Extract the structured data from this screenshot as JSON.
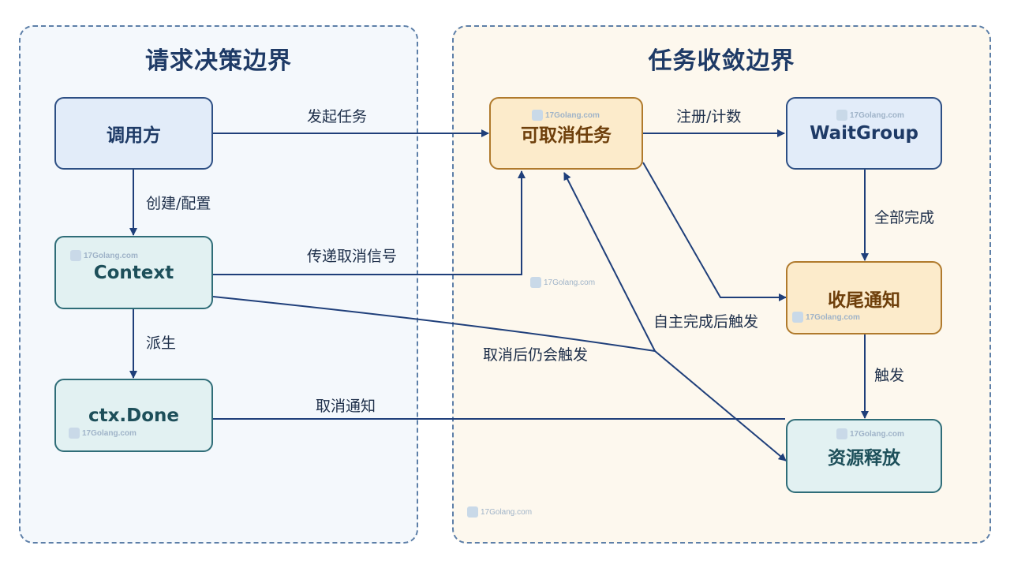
{
  "regions": {
    "left_title": "请求决策边界",
    "right_title": "任务收敛边界"
  },
  "nodes": {
    "caller": "调用方",
    "context": "Context",
    "ctx_done": "ctx.Done",
    "task": "可取消任务",
    "waitgroup": "WaitGroup",
    "finish_notice": "收尾通知",
    "release": "资源释放"
  },
  "edges": {
    "start_task": "发起任务",
    "create_config": "创建/配置",
    "pass_cancel": "传递取消信号",
    "derive": "派生",
    "cancel_notice": "取消通知",
    "register_count": "注册/计数",
    "all_done": "全部完成",
    "self_trigger": "自主完成后触发",
    "still_trigger": "取消后仍会触发",
    "trigger": "触发"
  },
  "watermark": "17Golang.com",
  "colors": {
    "edge": "#1f3f7a",
    "blue_fill": "#e2ecf9",
    "teal_fill": "#e2f1f2",
    "orange_fill": "#fcebcb"
  }
}
